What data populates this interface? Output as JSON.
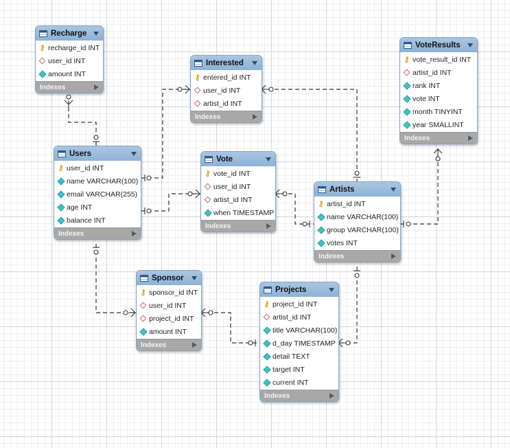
{
  "tables": {
    "recharge": {
      "name": "Recharge",
      "indexes_label": "Indexes",
      "columns": [
        {
          "label": "recharge_id INT",
          "kind": "key"
        },
        {
          "label": "user_id INT",
          "kind": "fk"
        },
        {
          "label": "amount INT",
          "kind": "attr"
        }
      ]
    },
    "interested": {
      "name": "Interested",
      "indexes_label": "Indexes",
      "columns": [
        {
          "label": "entered_id INT",
          "kind": "key"
        },
        {
          "label": "user_id INT",
          "kind": "fk"
        },
        {
          "label": "artist_id INT",
          "kind": "fk"
        }
      ]
    },
    "voteresults": {
      "name": "VoteResults",
      "indexes_label": "Indexes",
      "columns": [
        {
          "label": "vote_result_id INT",
          "kind": "key"
        },
        {
          "label": "artist_id INT",
          "kind": "fk"
        },
        {
          "label": "rank INT",
          "kind": "attr"
        },
        {
          "label": "vote INT",
          "kind": "attr"
        },
        {
          "label": "month TINYINT",
          "kind": "attr"
        },
        {
          "label": "year SMALLINT",
          "kind": "attr"
        }
      ]
    },
    "users": {
      "name": "Users",
      "indexes_label": "Indexes",
      "columns": [
        {
          "label": "user_id INT",
          "kind": "key"
        },
        {
          "label": "name VARCHAR(100)",
          "kind": "attr"
        },
        {
          "label": "email VARCHAR(255)",
          "kind": "attr"
        },
        {
          "label": "age INT",
          "kind": "attr"
        },
        {
          "label": "balance INT",
          "kind": "attr"
        }
      ]
    },
    "vote": {
      "name": "Vote",
      "indexes_label": "Indexes",
      "columns": [
        {
          "label": "vote_id INT",
          "kind": "key"
        },
        {
          "label": "user_id INT",
          "kind": "fk"
        },
        {
          "label": "artist_id INT",
          "kind": "fk"
        },
        {
          "label": "when TIMESTAMP",
          "kind": "attr"
        }
      ]
    },
    "artists": {
      "name": "Artists",
      "indexes_label": "Indexes",
      "columns": [
        {
          "label": "artist_id INT",
          "kind": "key"
        },
        {
          "label": "name VARCHAR(100)",
          "kind": "attr"
        },
        {
          "label": "group VARCHAR(100)",
          "kind": "attr"
        },
        {
          "label": "votes INT",
          "kind": "attr"
        }
      ]
    },
    "sponsor": {
      "name": "Sponsor",
      "indexes_label": "Indexes",
      "columns": [
        {
          "label": "sponsor_id INT",
          "kind": "key"
        },
        {
          "label": "user_id INT",
          "kind": "fk"
        },
        {
          "label": "project_id INT",
          "kind": "fk"
        },
        {
          "label": "amount INT",
          "kind": "attr"
        }
      ]
    },
    "projects": {
      "name": "Projects",
      "indexes_label": "Indexes",
      "columns": [
        {
          "label": "project_id INT",
          "kind": "key"
        },
        {
          "label": "artist_id INT",
          "kind": "fk"
        },
        {
          "label": "title VARCHAR(100)",
          "kind": "attr"
        },
        {
          "label": "d_day TIMESTAMP",
          "kind": "attr"
        },
        {
          "label": "detail TEXT",
          "kind": "attr"
        },
        {
          "label": "target INT",
          "kind": "attr"
        },
        {
          "label": "current INT",
          "kind": "attr"
        }
      ]
    }
  },
  "relationships": [
    {
      "from": "Users",
      "to": "Recharge"
    },
    {
      "from": "Users",
      "to": "Interested"
    },
    {
      "from": "Artists",
      "to": "Interested"
    },
    {
      "from": "Users",
      "to": "Vote"
    },
    {
      "from": "Artists",
      "to": "Vote"
    },
    {
      "from": "Artists",
      "to": "VoteResults"
    },
    {
      "from": "Users",
      "to": "Sponsor"
    },
    {
      "from": "Projects",
      "to": "Sponsor"
    },
    {
      "from": "Artists",
      "to": "Projects"
    }
  ],
  "colors": {
    "header": "#8db2d6",
    "indexes_bar": "#a8a8a8",
    "key": "#d8a21a",
    "fk": "#b86e6e",
    "attr": "#3fc3c9",
    "line": "#333333"
  }
}
